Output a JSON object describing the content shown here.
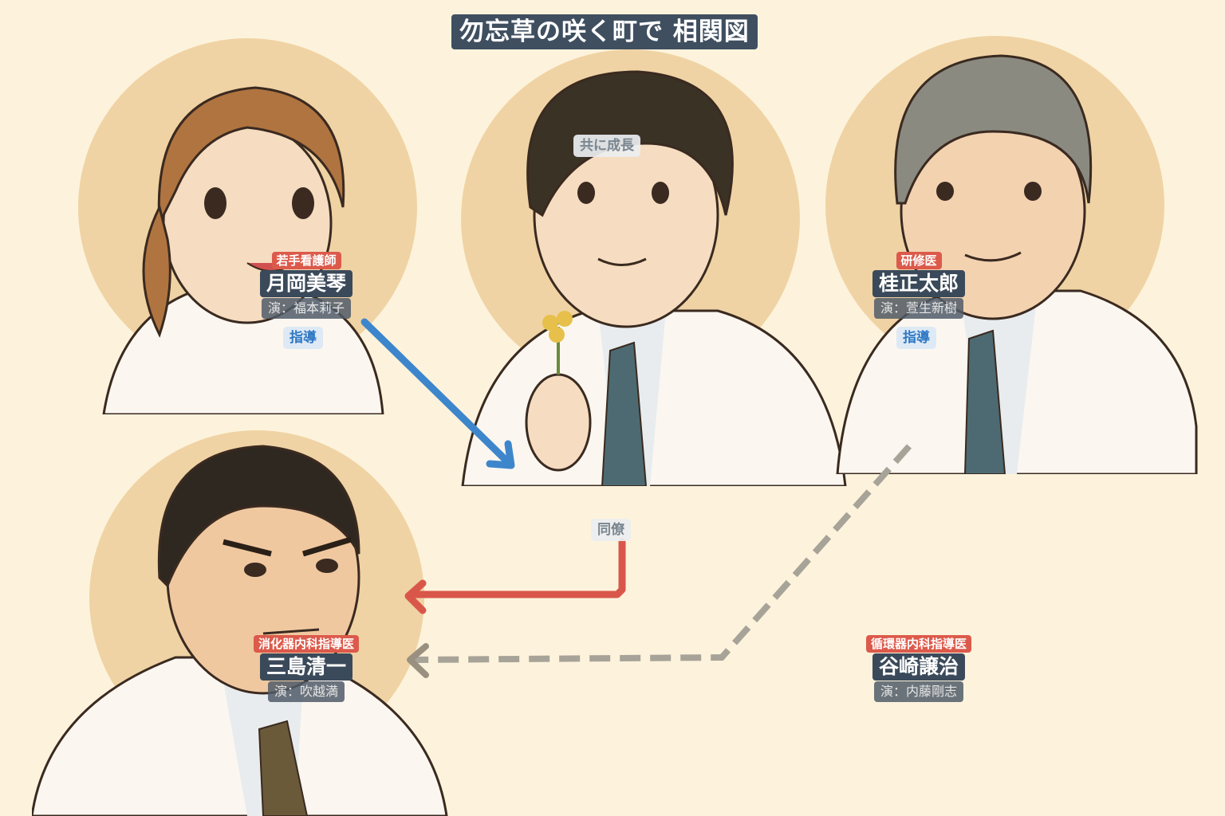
{
  "title": "勿忘草の咲く町で 相関図",
  "colors": {
    "background": "#fdf3dc",
    "circle": "#f0d3a4",
    "role_badge": "#dc5a4b",
    "name_plate": "#3b4a5a",
    "actor_plate": "#505c68",
    "arrow_guidance": "#3d86cc",
    "arrow_colleague": "#d9574a",
    "arrow_dashed": "#a8a398"
  },
  "characters": [
    {
      "id": "mikoto",
      "role": "若手看護師",
      "name": "月岡美琴",
      "actor": "演：福本莉子",
      "position": "top-left"
    },
    {
      "id": "center",
      "role": "",
      "name": "",
      "actor": "",
      "position": "top-center"
    },
    {
      "id": "katsura",
      "role": "研修医",
      "name": "桂正太郎",
      "actor": "演：萱生新樹",
      "position": "top-right"
    },
    {
      "id": "mishima",
      "role": "消化器内科指導医",
      "name": "三島清一",
      "actor": "演：吹越満",
      "position": "bottom-left"
    },
    {
      "id": "tanizaki",
      "role": "循環器内科指導医",
      "name": "谷崎譲治",
      "actor": "演：内藤剛志",
      "position": "bottom-right"
    }
  ],
  "relations": [
    {
      "label": "指導",
      "from": "mikoto",
      "style": "blue"
    },
    {
      "label": "指導",
      "from": "katsura",
      "style": "blue"
    },
    {
      "label": "共に成長",
      "from": "center",
      "style": "gray"
    },
    {
      "label": "同僚",
      "from": "center",
      "to": "mishima",
      "style": "gray"
    }
  ]
}
